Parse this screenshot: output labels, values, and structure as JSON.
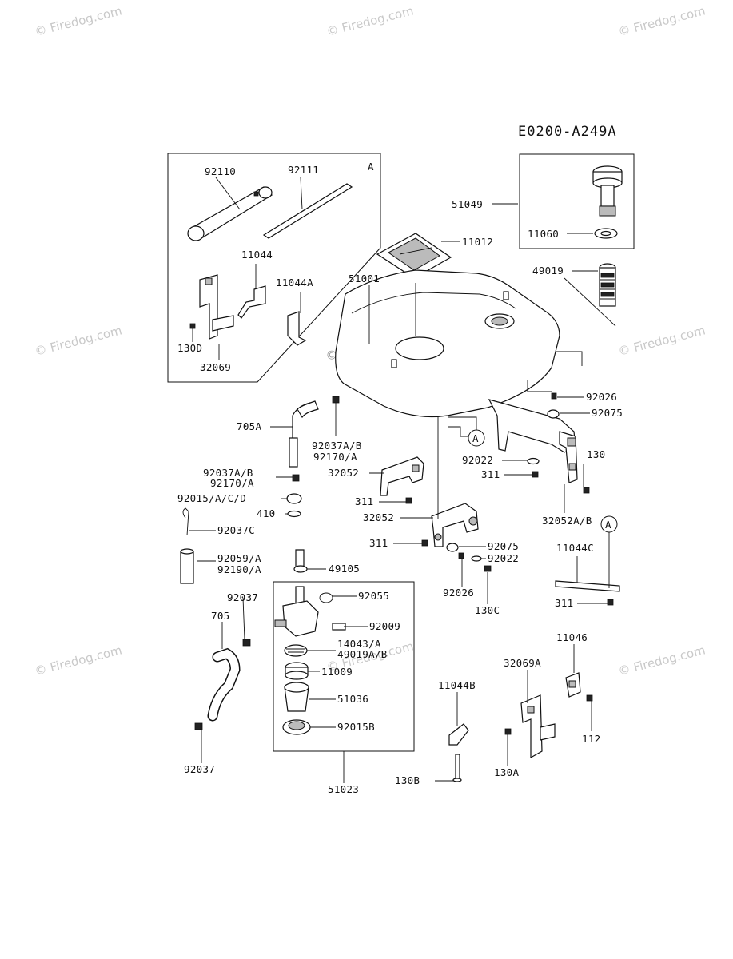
{
  "diagram_code": "E0200-A249A",
  "section_marker": "A",
  "ref_markers": [
    "A",
    "A"
  ],
  "watermark_text": "© Firedog.com",
  "center_watermark": "© Firedog.com",
  "labels": {
    "p92110": "92110",
    "p92111": "92111",
    "p11044": "11044",
    "p11044A": "11044A",
    "p130D": "130D",
    "p32069": "32069",
    "p51049": "51049",
    "p11060": "11060",
    "p11012": "11012",
    "p49019": "49019",
    "p51001": "51001",
    "p92026a": "92026",
    "p92075a": "92075",
    "p705A": "705A",
    "p92037AB_1": "92037A/B",
    "p92170A_1": "92170/A",
    "p32052_1": "32052",
    "p311_1": "311",
    "p92037AB_2": "92037A/B",
    "p92170A_2": "92170/A",
    "p92015ACD": "92015/A/C/D",
    "p410": "410",
    "p92037C": "92037C",
    "p92059A": "92059/A",
    "p92190A": "92190/A",
    "p49105": "49105",
    "p32052_2": "32052",
    "p311_2": "311",
    "p92075b": "92075",
    "p92022a": "92022",
    "p311_3": "311",
    "p130": "130",
    "p32052AB": "32052A/B",
    "p92022b": "92022",
    "p92026b": "92026",
    "p130C": "130C",
    "p11044C": "11044C",
    "p311_4": "311",
    "p92037a": "92037",
    "p705": "705",
    "p92055": "92055",
    "p92009": "92009",
    "p14043A": "14043/A",
    "p49019AB": "49019A/B",
    "p11009": "11009",
    "p51036": "51036",
    "p92015B": "92015B",
    "p92037b": "92037",
    "p51023": "51023",
    "p11046": "11046",
    "p32069A": "32069A",
    "p11044B": "11044B",
    "p130B": "130B",
    "p130A": "130A",
    "p112": "112"
  }
}
